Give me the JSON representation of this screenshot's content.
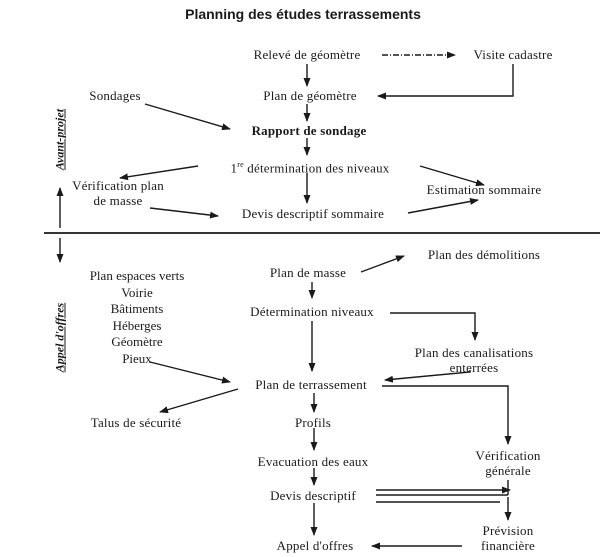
{
  "title": "Planning des études terrassements",
  "phases": {
    "avant_projet": "Avant-projet",
    "appel_offres": "Appel d'offres"
  },
  "avant_projet": {
    "releve": "Relevé de géomètre",
    "visite": "Visite cadastre",
    "plan_geometre": "Plan de géomètre",
    "sondages": "Sondages",
    "rapport": "Rapport de sondage",
    "determination_prefix": "1",
    "determination_sup": "re",
    "determination_rest": " détermination des niveaux",
    "verification_line1": "Vérification plan",
    "verification_line2": "de masse",
    "estimation": "Estimation sommaire",
    "devis_sommaire": "Devis descriptif sommaire"
  },
  "appel_offres": {
    "plan_masse": "Plan de masse",
    "plan_demolitions": "Plan des démolitions",
    "inputs": [
      "Plan espaces verts",
      "Voirie",
      "Bâtiments",
      "Héberges",
      "Géomètre",
      "Pieux"
    ],
    "determination_niveaux": "Détermination niveaux",
    "canalisations_line1": "Plan des canalisations",
    "canalisations_line2": "enterrées",
    "plan_terrassement": "Plan de terrassement",
    "talus": "Talus de sécurité",
    "profils": "Profils",
    "evacuation": "Evacuation des eaux",
    "verification_line1": "Vérification",
    "verification_line2": "générale",
    "devis": "Devis descriptif",
    "prevision_line1": "Prévision",
    "prevision_line2": "financière",
    "appel": "Appel d'offres"
  }
}
